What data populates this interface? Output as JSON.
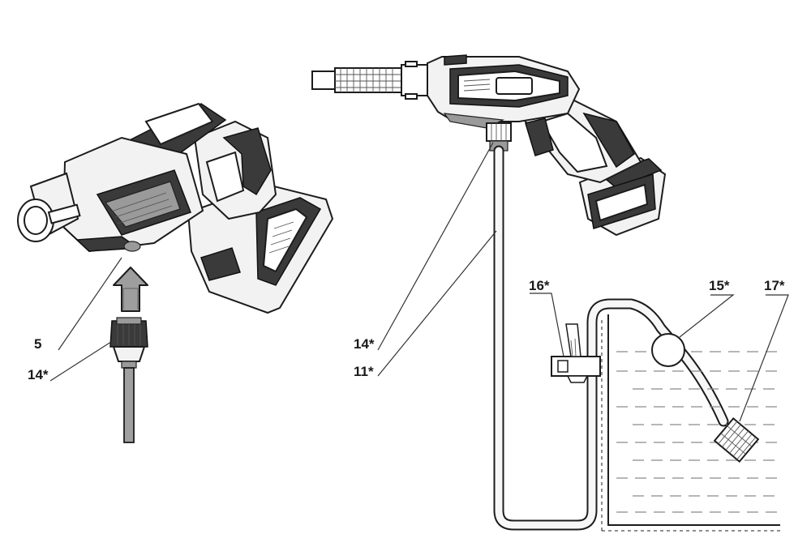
{
  "labels": {
    "left": {
      "part_5": "5",
      "part_14": "14*"
    },
    "right": {
      "part_14": "14*",
      "part_11": "11*",
      "part_16": "16*",
      "part_15": "15*",
      "part_17": "17*"
    }
  },
  "icons": {
    "arrow": "up-arrow-icon"
  }
}
